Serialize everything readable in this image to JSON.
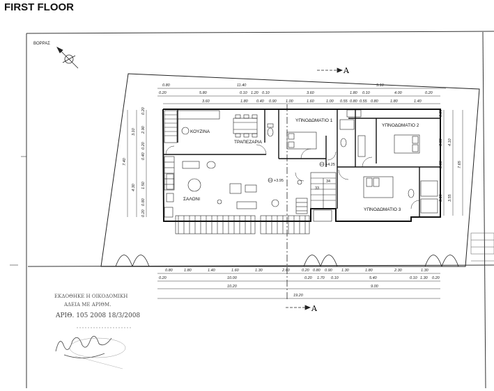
{
  "header": {
    "title": "FIRST FLOOR"
  },
  "plan": {
    "north_label": "ΒΟΡΡΑΣ",
    "section_marker": "A",
    "rooms": {
      "kitchen": "ΚΟΥΖΙΝΑ",
      "dining": "ΤΡΑΠΕΖΑΡΙΑ",
      "living": "ΣΑΛΟΝΙ",
      "bedroom1": "ΥΠΝΟΔΩΜΑΤΙΟ 1",
      "bedroom2": "ΥΠΝΟΔΩΜΑΤΙΟ 2",
      "bedroom3": "ΥΠΝΟΔΩΜΑΤΙΟ 3"
    },
    "levels": {
      "living": "+3.95",
      "landing": "+4.25"
    },
    "top_dims": {
      "row1": [
        "0.80",
        "11.40",
        "5.10"
      ],
      "row2": [
        "0.20",
        "5.80",
        "0.10",
        "1.20",
        "0.10",
        "3.60",
        "1.80",
        "0.10",
        "4.00",
        "0.20"
      ],
      "row3": [
        "3.60",
        "1.80",
        "0.40",
        "0.90",
        "1.00",
        "1.60",
        "1.00",
        "0.55",
        "0.80",
        "0.55",
        "0.80",
        "1.80",
        "1.40"
      ]
    },
    "bottom_dims": {
      "row1": [
        "0.80",
        "1.80",
        "1.40",
        "1.60",
        "1.30",
        "2.60",
        "0.20",
        "0.80",
        "0.90",
        "1.30",
        "1.80",
        "2.30",
        "1.30"
      ],
      "row2": [
        "0.20",
        "10.00",
        "0.20",
        "1.70",
        "0.10",
        "5.40",
        "0.10",
        "1.30",
        "0.20"
      ],
      "row3": [
        "10.20",
        "9.00"
      ],
      "row4": [
        "19.20"
      ]
    },
    "left_dims": [
      "7.40",
      "3.10",
      "4.30",
      "0.20",
      "2.90",
      "0.20",
      "0.40",
      "1.50",
      "0.80",
      "0.20"
    ],
    "right_dims": [
      "0.20",
      "3.80",
      "4.10",
      "7.65",
      "0.80",
      "3.15",
      "3.55"
    ],
    "stair_numbers": [
      "33",
      "34"
    ],
    "stamp": {
      "lines": [
        "ΕΚΔΟΘΗΚΕ Η ΟΙΚΟΔΟΜΙΚΗ",
        "ΑΔΕΙΑ ΜΕ ΑΡΙΘΜ."
      ],
      "permit": "ΑΡΙΘ. 105 2008 18/3/2008"
    }
  }
}
